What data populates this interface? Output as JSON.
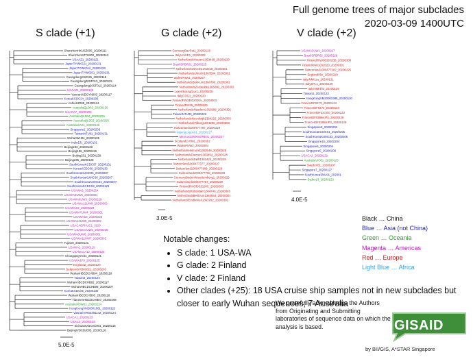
{
  "title": {
    "line1": "Full genome trees of major subclades",
    "line2": "2020-03-09 1400UTC"
  },
  "clades": [
    {
      "name": "S clade (+1)",
      "scale": "5.0E-5",
      "leaves": [
        {
          "label": "ShenzhenHKUSZ005_20200111",
          "c": "#111111"
        },
        {
          "label": "ShenzhenSZTH002_20200113",
          "c": "#111111"
        },
        {
          "label": "USAAZ1_20200121",
          "c": "#1c1cb8"
        },
        {
          "label": "JapanTYWK521_20200131",
          "c": "#1c1cb8"
        },
        {
          "label": "JapanTYWK012_20200129",
          "c": "#1c1cb8"
        },
        {
          "label": "JapanTYWK501_20200131",
          "c": "#1c1cb8"
        },
        {
          "label": "GuangdongSWO25_20200115",
          "c": "#111111"
        },
        {
          "label": "Guangdong20SF013_20200115",
          "c": "#111111"
        },
        {
          "label": "Guangdong20SF012_20200114",
          "c": "#111111"
        },
        {
          "label": "USAAZ1_20200126",
          "c": "#b81fb8"
        },
        {
          "label": "YunnanIVDCYN003_20200117",
          "c": "#111111"
        },
        {
          "label": "KoreaKCDC24_20200206",
          "c": "#1c1cb8"
        },
        {
          "label": "AnhuiSZ005_20200124",
          "c": "#111111"
        },
        {
          "label": "AustraliaQLD02_20200130",
          "c": "#2aa02a"
        },
        {
          "label": "USACA7_20200206",
          "c": "#b81fb8"
        },
        {
          "label": "AustraliaQLD04_20200205",
          "c": "#2aa02a"
        },
        {
          "label": "AustraliaQLD03_20200205",
          "c": "#2aa02a"
        },
        {
          "label": "AustraliaSA01_20200128",
          "c": "#2aa02a"
        },
        {
          "label": "Singapore2_20200203",
          "c": "#1c1cb8"
        },
        {
          "label": "TaiwanNTU01_20200131",
          "c": "#1c1cb8"
        },
        {
          "label": "WuhanWH04_20200105",
          "c": "#111111"
        },
        {
          "label": "India131_20200131",
          "c": "#1c1cb8"
        },
        {
          "label": "Beijing233_20200128",
          "c": "#111111"
        },
        {
          "label": "Beijing195_20200126",
          "c": "#111111"
        },
        {
          "label": "Beijing231_20200128",
          "c": "#111111"
        },
        {
          "label": "Beijing235_20200128",
          "c": "#111111"
        },
        {
          "label": "SouthKoreaKCDC07_20200131",
          "c": "#1c1cb8"
        },
        {
          "label": "KoreaKCDC06_20200130",
          "c": "#1c1cb8"
        },
        {
          "label": "SouthKoreaKUMC05_20200207",
          "c": "#1c1cb8"
        },
        {
          "label": "SouthKoreaKUMC06_20200207",
          "c": "#1c1cb8"
        },
        {
          "label": "SouthKoreaKUMC04_20200207",
          "c": "#1c1cb8"
        },
        {
          "label": "SouthKoreaKCDC03_20200125",
          "c": "#1c1cb8"
        },
        {
          "label": "USAWA2_20200224",
          "c": "#b81fb8"
        },
        {
          "label": "USAWA6UW5_20200301",
          "c": "#b81fb8"
        },
        {
          "label": "USAWA6UW3_20200229",
          "c": "#b81fb8"
        },
        {
          "label": "USAWA12UW8_20200302",
          "c": "#b81fb8"
        },
        {
          "label": "USAWAS2_20200228",
          "c": "#b81fb8"
        },
        {
          "label": "USAWA7UW4_20200301",
          "c": "#b81fb8"
        },
        {
          "label": "USAWAS3_20200228",
          "c": "#b81fb8"
        },
        {
          "label": "USAWA13UW9_20200302",
          "c": "#b81fb8"
        },
        {
          "label": "USACADPHUC1_2020",
          "c": "#b81fb8"
        },
        {
          "label": "USAWA4UW2_20200228",
          "c": "#b81fb8"
        },
        {
          "label": "USAWA8UW6_20200301",
          "c": "#b81fb8"
        },
        {
          "label": "USAWA11UW7_20200302",
          "c": "#b81fb8"
        },
        {
          "label": "Fujian8_20200121",
          "c": "#111111"
        },
        {
          "label": "USAWA1_20200119",
          "c": "#b81fb8"
        },
        {
          "label": "USAWA1A12_20200125",
          "c": "#b81fb8"
        },
        {
          "label": "ChongqingYC01_20200121",
          "c": "#111111"
        },
        {
          "label": "USAWA1F6_20200125",
          "c": "#b81fb8"
        },
        {
          "label": "England2_20200129",
          "c": "#d42020"
        },
        {
          "label": "BelgiumGHB03021_20200203",
          "c": "#d42020"
        },
        {
          "label": "WuhanHBCDCHB04_20200118",
          "c": "#111111"
        },
        {
          "label": "Taiwan3_20200124",
          "c": "#1c1cb8"
        },
        {
          "label": "WuhanHBCDCHB02_20200117",
          "c": "#111111"
        },
        {
          "label": "WuhanHBCDCHB06_20200207",
          "c": "#111111"
        },
        {
          "label": "KoreaKCDC05_20200130",
          "c": "#1c1cb8"
        },
        {
          "label": "WuhanHBCDCHB03_20200118",
          "c": "#111111"
        },
        {
          "label": "TianmenHBCDCHB07_20200208",
          "c": "#111111"
        },
        {
          "label": "AustraliaNSW01_20200124",
          "c": "#2aa02a"
        },
        {
          "label": "HongKongVM20001061_20200122",
          "c": "#1c1cb8"
        },
        {
          "label": "VietnamVR03381142_20200124",
          "c": "#1c1cb8"
        },
        {
          "label": "USACA1_20200123",
          "c": "#b81fb8"
        },
        {
          "label": "USAIL2_20200128",
          "c": "#b81fb8"
        },
        {
          "label": "SichuanIVDCSC001_20200115",
          "c": "#111111"
        },
        {
          "label": "BeijingIVDCBJ005_20200118",
          "c": "#111111"
        }
      ]
    },
    {
      "name": "G clade (+2)",
      "scale": "3.0E-5",
      "leaves": [
        {
          "label": "GermanyBavPat1_20200128",
          "c": "#d42020"
        },
        {
          "label": "ItalyUniSR1_20200303",
          "c": "#d42020"
        },
        {
          "label": "NetherlandsHouten1363498_20200229",
          "c": "#d42020"
        },
        {
          "label": "BrazilSPBR01_20200225",
          "c": "#b81fb8"
        },
        {
          "label": "NetherlandsUtrecht1363628_20200301",
          "c": "#d42020"
        },
        {
          "label": "NetherlandsUtrecht1363564_20200301",
          "c": "#d42020"
        },
        {
          "label": "WalesPHW1_20200227",
          "c": "#d42020"
        },
        {
          "label": "NetherlandsBlaricum1364780_20200302",
          "c": "#d42020"
        },
        {
          "label": "NetherlandsZeewolde1365080_20200302",
          "c": "#d42020"
        },
        {
          "label": "Luxembourg/Lux1_20200229",
          "c": "#d42020"
        },
        {
          "label": "ItalyCDG1_20200220",
          "c": "#d42020"
        },
        {
          "label": "FinlandFIN03032020A_20200303",
          "c": "#d42020"
        },
        {
          "label": "FinlandFIN25_20200225",
          "c": "#d42020"
        },
        {
          "label": "NetherlandsHaarlem1363688_20200301",
          "c": "#d42020"
        },
        {
          "label": "TaiwanNTU03_20200229",
          "c": "#1c1cb8"
        },
        {
          "label": "NetherlandsNoordwijk1364222_20200303",
          "c": "#d42020"
        },
        {
          "label": "NetherlandsTilburg1364286_20200303",
          "c": "#d42020"
        },
        {
          "label": "Switzerland1000477797_20200229",
          "c": "#d42020"
        },
        {
          "label": "NigeriaLagos01_20200227",
          "c": "#3a9fe0"
        },
        {
          "label": "MexicoCDMXInDRE01_20200227",
          "c": "#b81fb8"
        },
        {
          "label": "ScotlandCVR01_20200302",
          "c": "#d42020"
        },
        {
          "label": "WalesPHW2_20200304",
          "c": "#d42020"
        },
        {
          "label": "NetherlandsHelmond1363548_20200229",
          "c": "#d42020"
        },
        {
          "label": "NetherlandsDiemen1363454_20200228",
          "c": "#d42020"
        },
        {
          "label": "NetherlandsDelft1363424_20200228",
          "c": "#d42020"
        },
        {
          "label": "Switzerland1000477377_20200227",
          "c": "#d42020"
        },
        {
          "label": "Switzerland1000477806_20200228",
          "c": "#d42020"
        },
        {
          "label": "Switzerland1000477796_20200229",
          "c": "#d42020"
        },
        {
          "label": "GermanyBadenWuerttemberg1_20200225",
          "c": "#d42020"
        },
        {
          "label": "Switzerland1000477757_20200229",
          "c": "#d42020"
        },
        {
          "label": "FinlandFIN03032020C_20200303",
          "c": "#d42020"
        },
        {
          "label": "NetherlandsRotterdam1364740_20200303",
          "c": "#d42020"
        },
        {
          "label": "NetherlandsBerlicum1363564_20200301",
          "c": "#d42020"
        },
        {
          "label": "NetherlandsEindhoven1363782_20200302",
          "c": "#d42020"
        }
      ]
    },
    {
      "name": "V clade (+2)",
      "scale": "4.0E-5",
      "leaves": [
        {
          "label": "USAWA3UW1_20200227",
          "c": "#b81fb8"
        },
        {
          "label": "BrazilSPBR02_20200228",
          "c": "#b81fb8"
        },
        {
          "label": "FinlandFIN03032020B_20200303",
          "c": "#d42020"
        },
        {
          "label": "FinlandFIN01032020_20200301",
          "c": "#d42020"
        },
        {
          "label": "Switzerland1000477102_20200225",
          "c": "#d42020"
        },
        {
          "label": "England09c_20200229",
          "c": "#d42020"
        },
        {
          "label": "ItalyINMI1cs_20200131",
          "c": "#d42020"
        },
        {
          "label": "ItalySPL1_20200129",
          "c": "#d42020"
        },
        {
          "label": "ItalyINMI1fsi_20200129",
          "c": "#d42020"
        },
        {
          "label": "Taiwan2_20200123",
          "c": "#1c1cb8"
        },
        {
          "label": "HongKongVM20001988_20200130",
          "c": "#1c1cb8"
        },
        {
          "label": "FranceIDF0373_20200123",
          "c": "#d42020"
        },
        {
          "label": "FranceIDF0372_20200123",
          "c": "#d42020"
        },
        {
          "label": "FranceIDF0372isl_20200123",
          "c": "#d42020"
        },
        {
          "label": "FranceIDF0386isIP1_20200128",
          "c": "#d42020"
        },
        {
          "label": "FranceIDF0386isIP3_20200128",
          "c": "#d42020"
        },
        {
          "label": "Singapore8_20200203",
          "c": "#1c1cb8"
        },
        {
          "label": "SouthKoreaKUMC01_20200206",
          "c": "#1c1cb8"
        },
        {
          "label": "SouthKoreaKUMC02_20200206",
          "c": "#1c1cb8"
        },
        {
          "label": "Singapore10_20200204",
          "c": "#1c1cb8"
        },
        {
          "label": "Singapore9_20200204",
          "c": "#1c1cb8"
        },
        {
          "label": "Singapore5_20200206",
          "c": "#1c1cb8"
        },
        {
          "label": "USACA2_20200122",
          "c": "#b81fb8"
        },
        {
          "label": "AustraliaVIC01_20200125",
          "c": "#2aa02a"
        },
        {
          "label": "Sweden01_20200207",
          "c": "#d42020"
        },
        {
          "label": "Singapore7_20200127",
          "c": "#1c1cb8"
        },
        {
          "label": "SouthKoreaSNU01_202001",
          "c": "#1c1cb8"
        },
        {
          "label": "Sydney3_20200123",
          "c": "#2aa02a"
        }
      ]
    }
  ],
  "legend": [
    {
      "text": "Black … China",
      "color": "#111111"
    },
    {
      "text": "Blue … Asia (not China)",
      "color": "#1c1cb8"
    },
    {
      "text": "Green … Oceania",
      "color": "#2aa02a"
    },
    {
      "text": "Magenta … Americas",
      "color": "#b81fb8"
    },
    {
      "text": "Red … Europe",
      "color": "#d42020"
    },
    {
      "text": "Light Blue … Africa",
      "color": "#3a9fe0"
    }
  ],
  "notes": {
    "header": "Notable changes:",
    "items": [
      "S clade: 1 USA-WA",
      "G clade: 2 Finland",
      "V clade: 2 Finland",
      "Other clades (+25): 18 USA cruise ship samples not in new subclades but closer to early Wuhan sequences; 7 Australia"
    ]
  },
  "acknowledgement": "We gratefully acknowledge the Authors from Originating and Submitting laboratories of sequence data on which the analysis is based.",
  "logo": {
    "text": "GISAID",
    "color": "#3f8f3a"
  },
  "credit": "by BII/GIS, A*STAR Singapore"
}
